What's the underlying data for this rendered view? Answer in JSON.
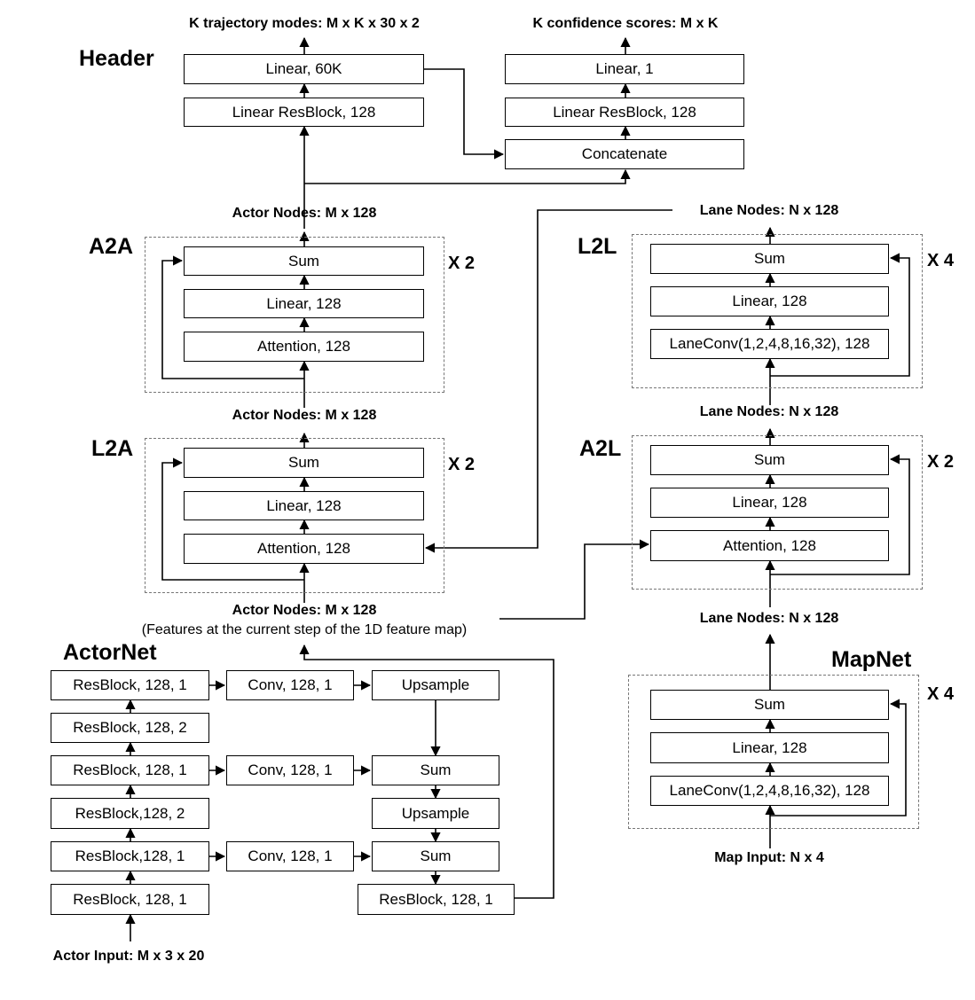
{
  "sections": {
    "header": "Header",
    "a2a": "A2A",
    "l2a": "L2A",
    "actornet": "ActorNet",
    "l2l": "L2L",
    "a2l": "A2L",
    "mapnet": "MapNet"
  },
  "repeats": {
    "a2a": "X 2",
    "l2a": "X 2",
    "l2l": "X 4",
    "a2l": "X 2",
    "mapnet": "X 4"
  },
  "labels": {
    "traj_out": "K trajectory modes: M x K x 30 x 2",
    "conf_out": "K confidence scores: M x K",
    "actor_nodes_top": "Actor Nodes: M x 128",
    "actor_nodes_mid": "Actor Nodes: M x 128",
    "actor_nodes_bottom": "Actor Nodes: M x 128",
    "actor_features_note": "(Features at the current step of the 1D feature map)",
    "lane_nodes_top": "Lane Nodes: N x 128",
    "lane_nodes_mid": "Lane Nodes: N x 128",
    "lane_nodes_bottom": "Lane Nodes: N x 128",
    "actor_input": "Actor Input: M x 3 x 20",
    "map_input": "Map Input: N x 4"
  },
  "header": {
    "traj_linear": "Linear, 60K",
    "traj_resblock": "Linear ResBlock, 128",
    "conf_linear": "Linear, 1",
    "conf_resblock": "Linear ResBlock, 128",
    "concat": "Concatenate"
  },
  "a2a": {
    "sum": "Sum",
    "linear": "Linear, 128",
    "attention": "Attention, 128"
  },
  "l2a": {
    "sum": "Sum",
    "linear": "Linear, 128",
    "attention": "Attention, 128"
  },
  "l2l": {
    "sum": "Sum",
    "linear": "Linear, 128",
    "laneconv": "LaneConv(1,2,4,8,16,32), 128"
  },
  "a2l": {
    "sum": "Sum",
    "linear": "Linear, 128",
    "attention": "Attention, 128"
  },
  "mapnet": {
    "sum": "Sum",
    "linear": "Linear, 128",
    "laneconv": "LaneConv(1,2,4,8,16,32), 128"
  },
  "actornet": {
    "res1": "ResBlock, 128, 1",
    "res2": "ResBlock, 128, 2",
    "res3": "ResBlock, 128, 1",
    "res4": "ResBlock,128, 2",
    "res5": "ResBlock,128, 1",
    "res6": "ResBlock, 128, 1",
    "conv1": "Conv, 128, 1",
    "conv2": "Conv, 128, 1",
    "conv3": "Conv, 128, 1",
    "upsample1": "Upsample",
    "sum1": "Sum",
    "upsample2": "Upsample",
    "sum2": "Sum",
    "res_out": "ResBlock, 128, 1"
  }
}
